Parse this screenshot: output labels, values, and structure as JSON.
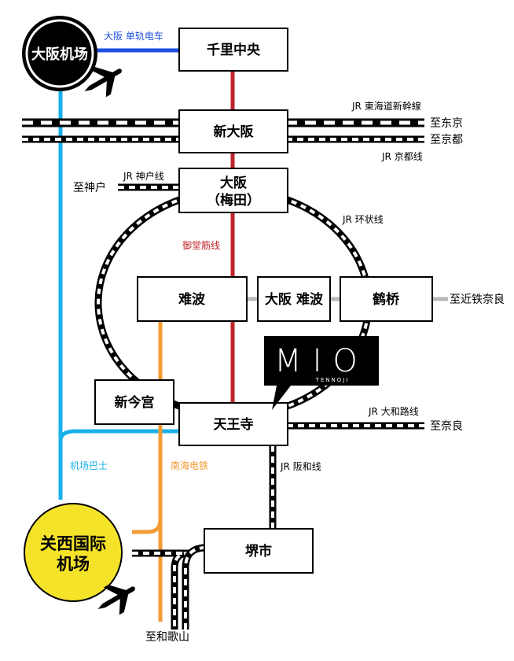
{
  "airports": {
    "itami": {
      "name": "大阪机场",
      "color": "#000000",
      "text_color": "#ffffff"
    },
    "kansai": {
      "name_line1": "关西国际",
      "name_line2": "机场",
      "color": "#f5e32a",
      "text_color": "#000000"
    }
  },
  "stations": {
    "senri_chuo": "千里中央",
    "shin_osaka": "新大阪",
    "osaka_line1": "大阪",
    "osaka_line2": "（梅田）",
    "namba": "难波",
    "osaka_namba": "大阪 难波",
    "tsuruhashi": "鹤桥",
    "shin_imamiya": "新今宫",
    "tennoji": "天王寺",
    "sakai": "堺市"
  },
  "lines": {
    "monorail": {
      "label": "大阪 单轨电车",
      "color": "#1f4fe0"
    },
    "tokaido_shinkansen": {
      "label": "JR 東海道新幹線"
    },
    "kyoto_line": {
      "label": "JR 京都线"
    },
    "kobe_line": {
      "label": "JR 神户线"
    },
    "loop_line": {
      "label": "JR 环状线"
    },
    "midosuji": {
      "label": "御堂筋线",
      "color": "#c0242b"
    },
    "yamatoji": {
      "label": "JR 大和路线"
    },
    "hanwa": {
      "label": "JR 阪和线"
    },
    "airport_bus": {
      "label": "机场巴士",
      "color": "#19b0ea"
    },
    "nankai": {
      "label": "南海电铁",
      "color": "#f29a33"
    },
    "kintetsu_link_color": "#b8b8b8"
  },
  "destinations": {
    "tokyo": "至东京",
    "kyoto": "至京都",
    "kobe": "至神户",
    "kintetsu_nara": "至近铁奈良",
    "nara": "至奈良",
    "wakayama": "至和歌山"
  },
  "hotel": {
    "logo": "MIO",
    "sub": "TENNOJI"
  }
}
